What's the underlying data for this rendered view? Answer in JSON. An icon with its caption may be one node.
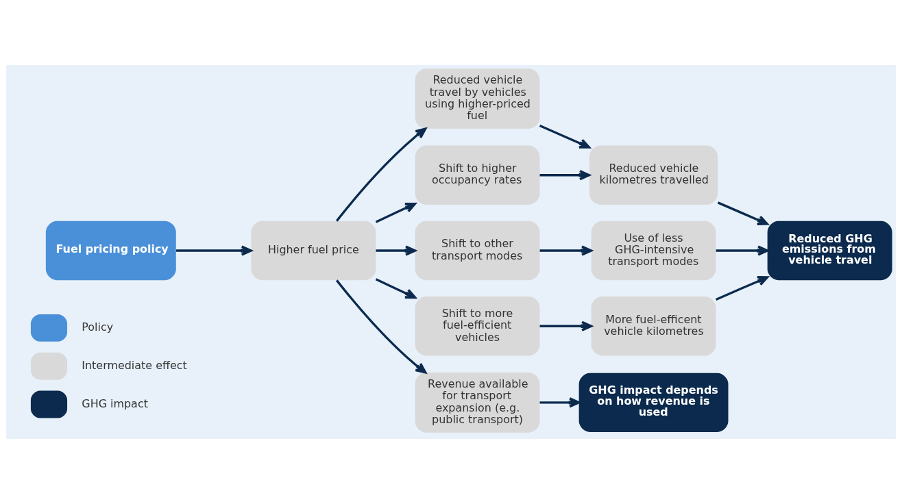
{
  "diagram": {
    "nodes": [
      {
        "text": [
          "Fuel pricing policy"
        ]
      },
      {
        "text": [
          "Higher fuel price"
        ]
      },
      {
        "text": [
          "Reduced vehicle travel by vehicles using higher-priced fuel"
        ]
      },
      {
        "text": [
          "Shift to higher occupancy rates"
        ]
      },
      {
        "text": [
          "Shift to other transport modes"
        ]
      },
      {
        "text": [
          "Shift to more fuel-efficient vehicles"
        ]
      },
      {
        "text": [
          "Revenue available for transport expansion (e.g. public transport)"
        ]
      },
      {
        "text": [
          "Reduced vehicle kilometres travelled"
        ]
      },
      {
        "text": [
          "Use of less GHG-intensive transport modes"
        ]
      },
      {
        "text": [
          "More fuel-efficent vehicle kilometres"
        ]
      },
      {
        "text": [
          "GHG impact depends on how revenue is used"
        ]
      },
      {
        "text": [
          "Reduced GHG emissions from vehicle travel"
        ]
      }
    ],
    "edges": [
      {
        "from": 0,
        "to": 1,
        "arrow": "to"
      },
      {
        "from": 1,
        "to": 2,
        "arrow": "to"
      },
      {
        "from": 1,
        "to": 3,
        "arrow": "to"
      },
      {
        "from": 1,
        "to": 4,
        "arrow": "to"
      },
      {
        "from": 1,
        "to": 5,
        "arrow": "to"
      },
      {
        "from": 1,
        "to": 6,
        "arrow": "to"
      },
      {
        "from": 2,
        "to": 7,
        "arrow": "to"
      },
      {
        "from": 3,
        "to": 7,
        "arrow": "to"
      },
      {
        "from": 4,
        "to": 8,
        "arrow": "to"
      },
      {
        "from": 5,
        "to": 9,
        "arrow": "to"
      },
      {
        "from": 6,
        "to": 10,
        "arrow": "to"
      },
      {
        "from": 7,
        "to": 11,
        "arrow": "to"
      },
      {
        "from": 8,
        "to": 11,
        "arrow": "to"
      },
      {
        "from": 9,
        "to": 11,
        "arrow": "to"
      }
    ],
    "legend": [
      {
        "text": "Policy",
        "color": "#4a90d9"
      },
      {
        "text": "Intermediate effect",
        "color": "#d9d9d9"
      },
      {
        "text": "GHG impact",
        "color": "#0b2a4d"
      }
    ]
  }
}
